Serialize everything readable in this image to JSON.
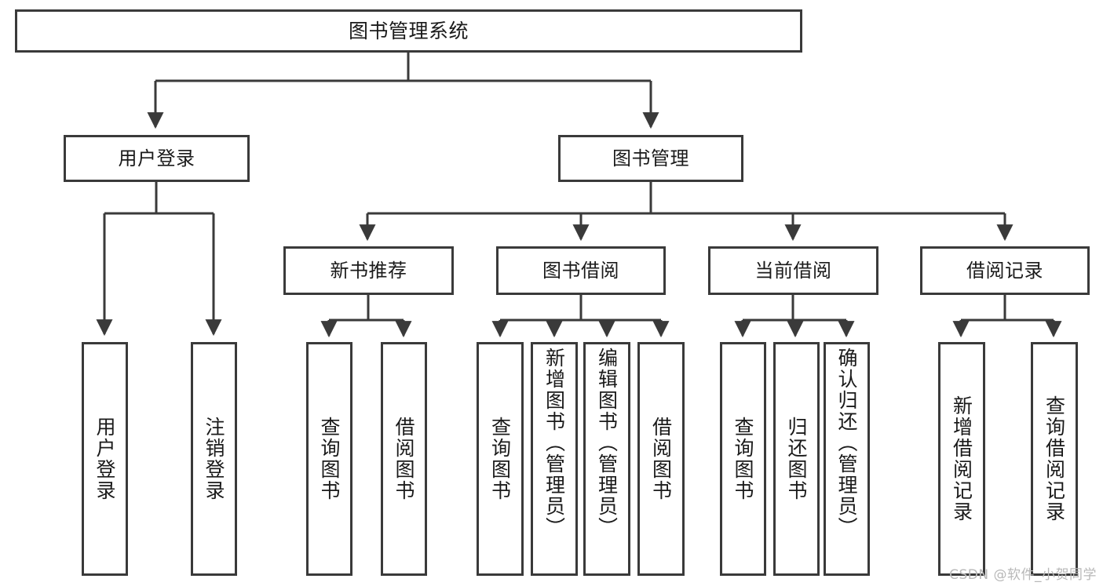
{
  "diagram": {
    "title": "图书管理系统",
    "type": "hierarchy-tree",
    "root": {
      "label": "图书管理系统"
    },
    "level2": [
      {
        "label": "用户登录"
      },
      {
        "label": "图书管理"
      }
    ],
    "level3": [
      {
        "label": "新书推荐"
      },
      {
        "label": "图书借阅"
      },
      {
        "label": "当前借阅"
      },
      {
        "label": "借阅记录"
      }
    ],
    "leaves": {
      "user_login": [
        {
          "label": "用户登录"
        },
        {
          "label": "注销登录"
        }
      ],
      "new_book_recommend": [
        {
          "label": "查询图书"
        },
        {
          "label": "借阅图书"
        }
      ],
      "book_borrow": [
        {
          "label": "查询图书"
        },
        {
          "label": "新增图书（管理员）"
        },
        {
          "label": "编辑图书（管理员）"
        },
        {
          "label": "借阅图书"
        }
      ],
      "current_borrow": [
        {
          "label": "查询图书"
        },
        {
          "label": "归还图书"
        },
        {
          "label": "确认归还（管理员）"
        }
      ],
      "borrow_record": [
        {
          "label": "新增借阅记录"
        },
        {
          "label": "查询借阅记录"
        }
      ]
    },
    "watermark": "CSDN @软件_小贺同学",
    "colors": {
      "stroke": "#3a3a3a",
      "background": "#ffffff",
      "text": "#1a1a1a",
      "watermark": "#b8b8b8"
    }
  }
}
